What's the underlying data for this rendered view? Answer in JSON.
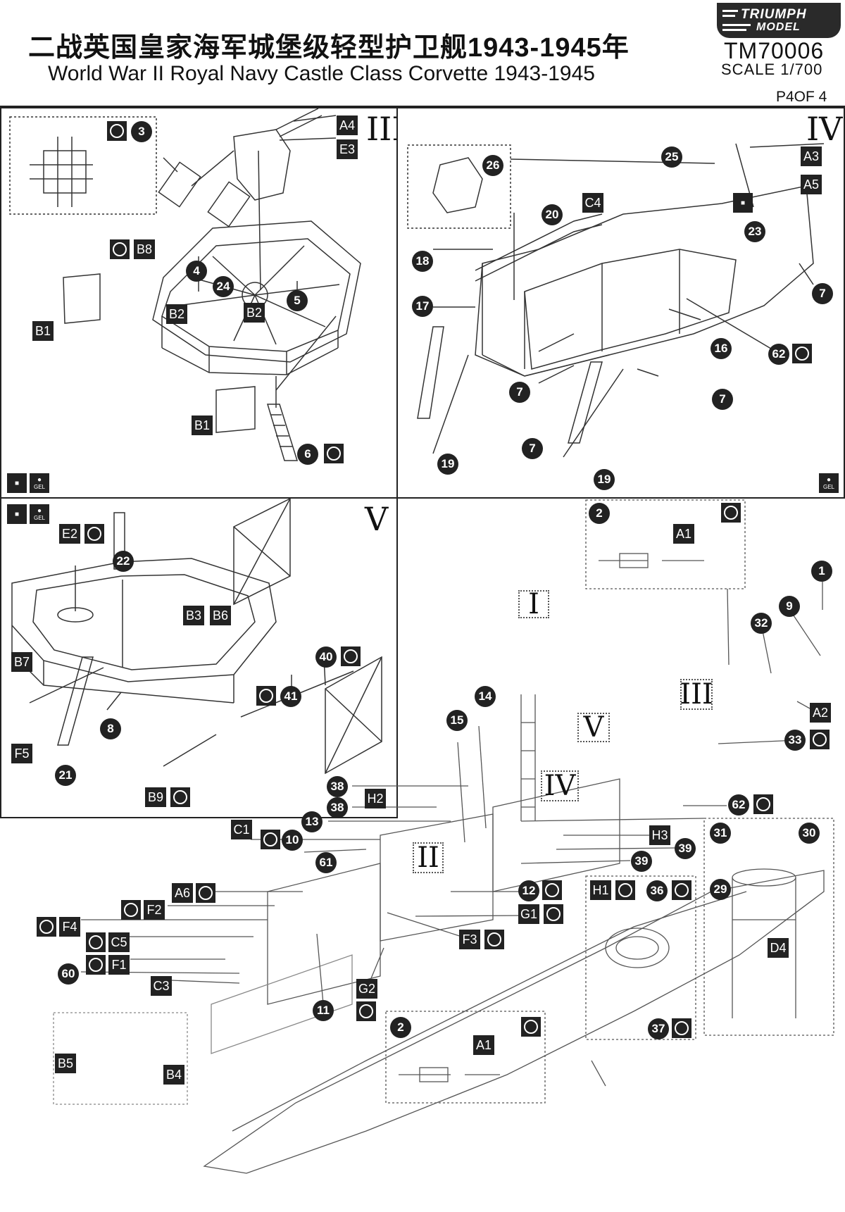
{
  "header": {
    "title_cn": "二战英国皇家海军城堡级轻型护卫舰1943-1945年",
    "title_en": "World War II Royal Navy Castle Class Corvette 1943-1945",
    "logo_line1": "TRIUMPH",
    "logo_line2": "MODEL",
    "product_code": "TM70006",
    "scale": "SCALE 1/700",
    "page": "P4OF 4"
  },
  "icons": {
    "glue": "glue-circle-icon",
    "gel": "gel-drop-icon",
    "cut": "cut-square-icon"
  },
  "panel_iii": {
    "roman": "III",
    "steps": [
      "3",
      "4",
      "24",
      "5",
      "6"
    ],
    "parts": [
      "A4",
      "E3",
      "B8",
      "B2",
      "B2",
      "B1",
      "B1"
    ],
    "gel_label": "GEL"
  },
  "panel_iv": {
    "roman": "IV",
    "steps": [
      "25",
      "26",
      "20",
      "18",
      "17",
      "23",
      "7",
      "16",
      "62",
      "7",
      "7",
      "7",
      "19",
      "19"
    ],
    "parts": [
      "A3",
      "A5",
      "C4"
    ],
    "gel_label": "GEL"
  },
  "panel_v": {
    "roman": "V",
    "steps": [
      "22",
      "40",
      "41",
      "8",
      "21"
    ],
    "parts": [
      "E2",
      "B3",
      "B6",
      "B7",
      "F5",
      "B9"
    ],
    "gel_label": "GEL"
  },
  "main": {
    "romans": [
      "I",
      "II",
      "III",
      "IV",
      "V"
    ],
    "inset_top": {
      "step": "2",
      "part": "A1"
    },
    "inset_bottom": {
      "step": "2",
      "part": "A1"
    },
    "steps": [
      "1",
      "9",
      "32",
      "14",
      "15",
      "38",
      "38",
      "13",
      "10",
      "61",
      "12",
      "11",
      "60",
      "33",
      "62",
      "39",
      "39",
      "36",
      "37",
      "31",
      "30",
      "29"
    ],
    "parts": [
      "A2",
      "H2",
      "C1",
      "A6",
      "F2",
      "F4",
      "C5",
      "F1",
      "C3",
      "G2",
      "G1",
      "F3",
      "H3",
      "H1",
      "D4",
      "B5",
      "B4"
    ]
  }
}
